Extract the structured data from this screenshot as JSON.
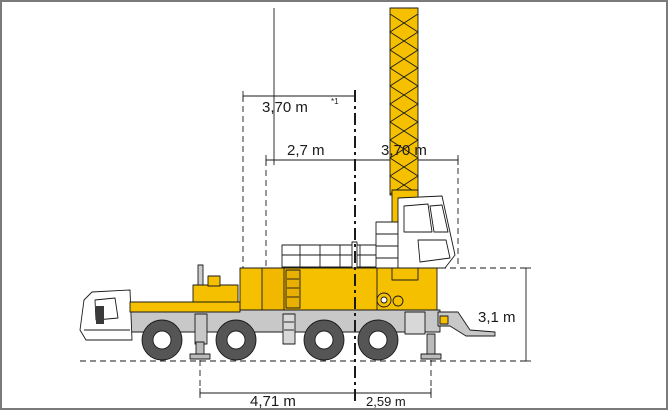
{
  "diagram": {
    "labels": {
      "outrigger_width_extended": "3,70 m",
      "outrigger_width_footnote": "*1",
      "outrigger_width_partial": "2,7 m",
      "rear_width": "3,70 m",
      "outrigger_height": "3,1 m",
      "front_outrigger_distance": "4,71 m",
      "rear_outrigger_distance": "2,59 m"
    },
    "colors": {
      "crane_yellow": "#f5c000",
      "chassis_grey": "#c8c8c8",
      "tyre_dark": "#555555",
      "line": "#1a1a1a",
      "frame": "#7a7a7a"
    }
  }
}
